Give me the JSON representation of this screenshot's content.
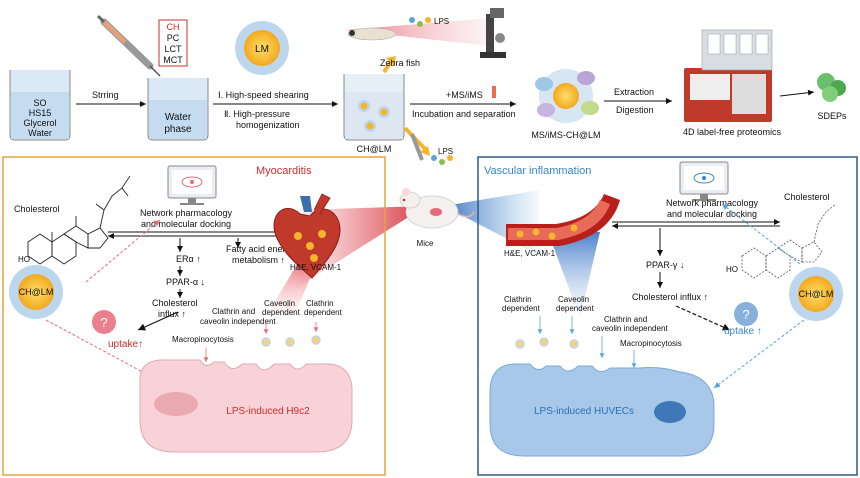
{
  "top": {
    "beaker_label": [
      "SO",
      "HS15",
      "Glycerol",
      "Water"
    ],
    "stirring": "Strring",
    "cell_list": [
      "CH",
      "PC",
      "LCT",
      "MCT"
    ],
    "water_phase": [
      "Water",
      "phase"
    ],
    "lm": "LM",
    "step1": "Ⅰ. High-speed shearing",
    "step2": [
      "Ⅱ. High-pressure",
      "homogenization"
    ],
    "ch_lm": "CH@LM",
    "lps": "LPS",
    "zebra_fish": "Zebra fish",
    "ms_ims": "+MS/iMS",
    "incubation": "Incubation and separation",
    "ms_ims_ch_lm": "MS/iMS-CH@LM",
    "extraction": "Extraction",
    "digestion": "Digestion",
    "proteomics": "4D label-free proteomics",
    "sdeps": "SDEPs",
    "lps_mice": "LPS",
    "mice": "Mice"
  },
  "left_panel": {
    "title": "Myocarditis",
    "cholesterol": "Cholesterol",
    "network": [
      "Network pharmacology",
      "and molecular docking"
    ],
    "ch_lm": "CH@LM",
    "er": "ERα ↑",
    "ppar": "PPAR-α ↓",
    "chol_influx": [
      "Cholesterol",
      "influx ↑"
    ],
    "fatty": [
      "Fatty acid energy",
      "metabolism ↑"
    ],
    "he": "H&E, VCAM-1",
    "uptake": "uptake↑",
    "clathrin_indep": [
      "Clathrin and",
      "caveolin independent"
    ],
    "caveolin_dep": [
      "Caveolin",
      "dependent"
    ],
    "clathrin_dep": [
      "Clathrin",
      "dependent"
    ],
    "macro": "Macropinocytosis",
    "cell": "LPS-induced H9c2",
    "q": "?"
  },
  "right_panel": {
    "title": "Vascular inflammation",
    "cholesterol": "Cholesterol",
    "network": [
      "Network pharmacology",
      "and molecular docking"
    ],
    "ch_lm": "CH@LM",
    "he": "H&E, VCAM-1",
    "ppar": "PPAR-γ ↓",
    "chol_influx": "Cholesterol influx ↑",
    "uptake": "uptake ↑",
    "clathrin_dep": [
      "Clathrin",
      "dependent"
    ],
    "caveolin_dep": [
      "Caveolin",
      "dependent"
    ],
    "clathrin_indep": [
      "Clathrin and",
      "caveolin independent"
    ],
    "macro": "Macropinocytosis",
    "cell": "LPS-induced HUVECs",
    "q": "?"
  },
  "colors": {
    "left_border": "#e8a23a",
    "right_border": "#2f5b8c",
    "left_title": "#d42b2b",
    "right_title": "#3a86c8",
    "cell_left": "#f8d2d6",
    "cell_right": "#a8c8ea",
    "lm_core": "#f5b52a",
    "lm_shell": "#bcd6ee"
  }
}
